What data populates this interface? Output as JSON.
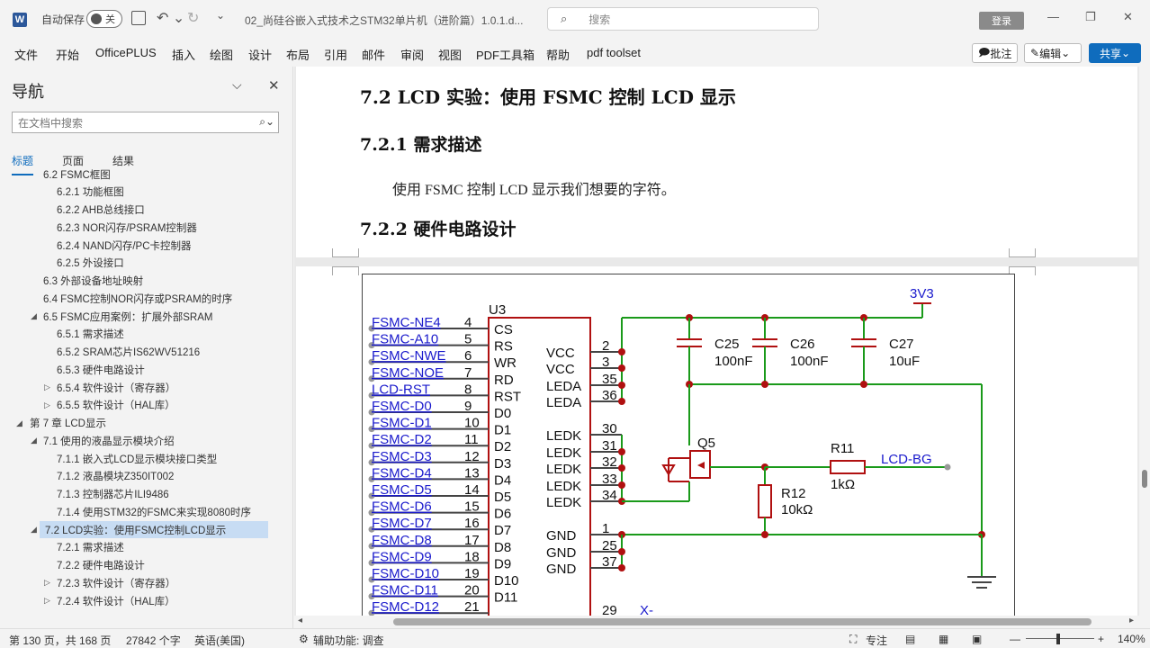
{
  "titlebar": {
    "app_icon": "W",
    "autosave_label": "自动保存",
    "autosave_state": "关",
    "doc_title": "02_尚硅谷嵌入式技术之STM32单片机（进阶篇）1.0.1.d...",
    "search_placeholder": "搜索",
    "login_label": "登录"
  },
  "menu": {
    "items": [
      "文件",
      "开始",
      "OfficePLUS",
      "插入",
      "绘图",
      "设计",
      "布局",
      "引用",
      "邮件",
      "审阅",
      "视图",
      "PDF工具箱",
      "帮助",
      "pdf toolset"
    ],
    "comment_label": "批注",
    "edit_label": "编辑",
    "share_label": "共享"
  },
  "nav": {
    "title": "导航",
    "search_placeholder": "在文档中搜索",
    "tabs": [
      "标题",
      "页面",
      "结果"
    ],
    "items": [
      {
        "label": "6.2 FSMC框图",
        "level": 2
      },
      {
        "label": "6.2.1 功能框图",
        "level": 3
      },
      {
        "label": "6.2.2 AHB总线接口",
        "level": 3
      },
      {
        "label": "6.2.3 NOR闪存/PSRAM控制器",
        "level": 3
      },
      {
        "label": "6.2.4 NAND闪存/PC卡控制器",
        "level": 3
      },
      {
        "label": "6.2.5 外设接口",
        "level": 3
      },
      {
        "label": "6.3 外部设备地址映射",
        "level": 2
      },
      {
        "label": "6.4 FSMC控制NOR闪存或PSRAM的时序",
        "level": 2
      },
      {
        "label": "6.5 FSMC应用案例：扩展外部SRAM",
        "level": 2,
        "expanded": true
      },
      {
        "label": "6.5.1 需求描述",
        "level": 3
      },
      {
        "label": "6.5.2 SRAM芯片IS62WV51216",
        "level": 3
      },
      {
        "label": "6.5.3 硬件电路设计",
        "level": 3
      },
      {
        "label": "6.5.4 软件设计（寄存器）",
        "level": 3,
        "collapsed": true
      },
      {
        "label": "6.5.5 软件设计（HAL库）",
        "level": 3,
        "collapsed": true
      },
      {
        "label": "第 7 章 LCD显示",
        "level": 1,
        "expanded": true
      },
      {
        "label": "7.1 使用的液晶显示模块介绍",
        "level": 2,
        "expanded": true
      },
      {
        "label": "7.1.1 嵌入式LCD显示模块接口类型",
        "level": 3
      },
      {
        "label": "7.1.2 液晶模块Z350IT002",
        "level": 3
      },
      {
        "label": "7.1.3 控制器芯片ILI9486",
        "level": 3
      },
      {
        "label": "7.1.4 使用STM32的FSMC来实现8080时序",
        "level": 3
      },
      {
        "label": "7.2 LCD实验：使用FSMC控制LCD显示",
        "level": 2,
        "expanded": true,
        "selected": true
      },
      {
        "label": "7.2.1 需求描述",
        "level": 3
      },
      {
        "label": "7.2.2 硬件电路设计",
        "level": 3
      },
      {
        "label": "7.2.3 软件设计（寄存器）",
        "level": 3,
        "collapsed": true
      },
      {
        "label": "7.2.4 软件设计（HAL库）",
        "level": 3,
        "collapsed": true
      }
    ]
  },
  "document": {
    "heading_72": "7.2 LCD 实验：使用 FSMC 控制 LCD 显示",
    "heading_721": "7.2.1 需求描述",
    "para_721": "使用 FSMC 控制 LCD 显示我们想要的字符。",
    "heading_722": "7.2.2 硬件电路设计"
  },
  "schematic": {
    "chip_label": "U3",
    "power_label": "3V3",
    "left_nets": [
      "FSMC-NE4",
      "FSMC-A10",
      "FSMC-NWE",
      "FSMC-NOE",
      "LCD-RST",
      "FSMC-D0",
      "FSMC-D1",
      "FSMC-D2",
      "FSMC-D3",
      "FSMC-D4",
      "FSMC-D5",
      "FSMC-D6",
      "FSMC-D7",
      "FSMC-D8",
      "FSMC-D9",
      "FSMC-D10",
      "FSMC-D11",
      "FSMC-D12"
    ],
    "left_pins": [
      "4",
      "5",
      "6",
      "7",
      "8",
      "9",
      "10",
      "11",
      "12",
      "13",
      "14",
      "15",
      "16",
      "17",
      "18",
      "19",
      "20",
      "21"
    ],
    "left_names": [
      "CS",
      "RS",
      "WR",
      "RD",
      "RST",
      "D0",
      "D1",
      "D2",
      "D3",
      "D4",
      "D5",
      "D6",
      "D7",
      "D8",
      "D9",
      "D10",
      "D11"
    ],
    "right_names": [
      "VCC",
      "VCC",
      "LEDA",
      "LEDA",
      "LEDK",
      "LEDK",
      "LEDK",
      "LEDK",
      "LEDK",
      "GND",
      "GND",
      "GND"
    ],
    "right_pins": [
      "2",
      "3",
      "35",
      "36",
      "30",
      "31",
      "32",
      "33",
      "34",
      "1",
      "25",
      "37"
    ],
    "bottom_pin": "29",
    "bottom_net": "X-",
    "caps": [
      {
        "name": "C25",
        "value": "100nF"
      },
      {
        "name": "C26",
        "value": "100nF"
      },
      {
        "name": "C27",
        "value": "10uF"
      }
    ],
    "transistor": "Q5",
    "r11": {
      "name": "R11",
      "value": "1kΩ"
    },
    "r12": {
      "name": "R12",
      "value": "10kΩ"
    },
    "bg_net": "LCD-BG"
  },
  "status": {
    "page": "第 130 页，共 168 页",
    "words": "27842 个字",
    "lang": "英语(美国)",
    "accessibility": "辅助功能: 调查",
    "focus": "专注",
    "zoom": "140%"
  },
  "colors": {
    "accent": "#0f6cbd",
    "wire": "#1a9a1a",
    "junction": "#b01010",
    "net_label": "#1a1acc"
  }
}
